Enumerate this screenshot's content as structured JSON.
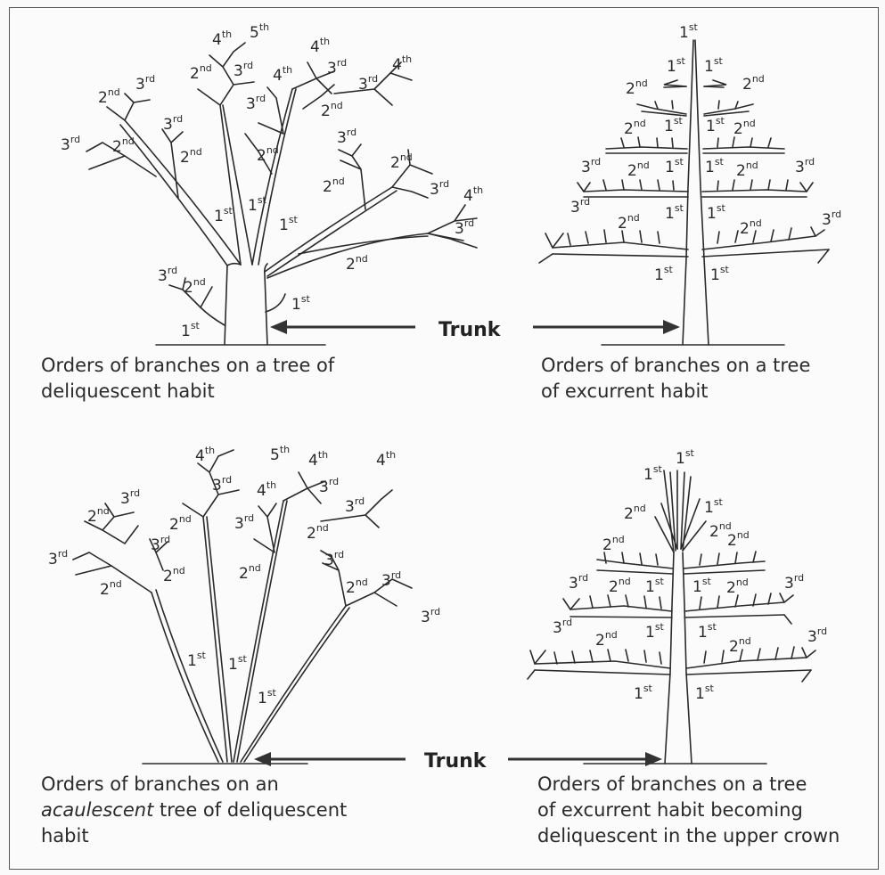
{
  "trunk_label": "Trunk",
  "ordinals": {
    "o1": [
      "1",
      "st"
    ],
    "o2": [
      "2",
      "nd"
    ],
    "o3": [
      "3",
      "rd"
    ],
    "o4": [
      "4",
      "th"
    ],
    "o5": [
      "5",
      "th"
    ]
  },
  "captions": {
    "top_left": [
      "Orders of branches on a tree of",
      "deliquescent habit"
    ],
    "top_right": [
      "Orders of branches on a tree",
      "of excurrent habit"
    ],
    "bottom_left": {
      "line1": "Orders of branches on an",
      "line2_italic": "acaulescent",
      "line2_rest": " tree of deliquescent",
      "line3": "habit"
    },
    "bottom_right": [
      "Orders of branches on a tree",
      "of excurrent habit becoming",
      "deliquescent in the upper crown"
    ]
  },
  "colors": {
    "ink": "#2a2a2a",
    "background": "#fbfbfb",
    "frame": "#555555"
  }
}
